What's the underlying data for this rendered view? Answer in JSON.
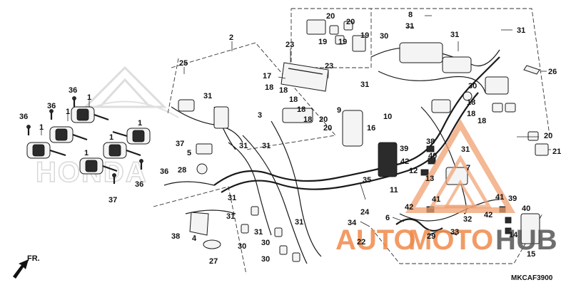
{
  "diagram_code": "MKCAF3900",
  "direction_label": "FR.",
  "brand_watermark": "HONDA",
  "site_watermark": {
    "part1": "AUTO",
    "part2": "MOTO",
    "part3": "HUB",
    "color_main": "#f08a4b",
    "color_hub": "#555555"
  },
  "callouts": [
    {
      "id": "c1a",
      "text": "1"
    },
    {
      "id": "c1b",
      "text": "1"
    },
    {
      "id": "c1c",
      "text": "1"
    },
    {
      "id": "c1d",
      "text": "1"
    },
    {
      "id": "c1e",
      "text": "1"
    },
    {
      "id": "c1f",
      "text": "1"
    },
    {
      "id": "c2",
      "text": "2"
    },
    {
      "id": "c3",
      "text": "3"
    },
    {
      "id": "c4",
      "text": "4"
    },
    {
      "id": "c5",
      "text": "5"
    },
    {
      "id": "c6",
      "text": "6"
    },
    {
      "id": "c7",
      "text": "7"
    },
    {
      "id": "c8",
      "text": "8"
    },
    {
      "id": "c9",
      "text": "9"
    },
    {
      "id": "c10",
      "text": "10"
    },
    {
      "id": "c11",
      "text": "11"
    },
    {
      "id": "c12",
      "text": "12"
    },
    {
      "id": "c13",
      "text": "13"
    },
    {
      "id": "c14",
      "text": "14"
    },
    {
      "id": "c15",
      "text": "15"
    },
    {
      "id": "c16",
      "text": "16"
    },
    {
      "id": "c17",
      "text": "17"
    },
    {
      "id": "c18a",
      "text": "18"
    },
    {
      "id": "c18b",
      "text": "18"
    },
    {
      "id": "c18c",
      "text": "18"
    },
    {
      "id": "c18d",
      "text": "18"
    },
    {
      "id": "c18e",
      "text": "18"
    },
    {
      "id": "c18f",
      "text": "18"
    },
    {
      "id": "c18g",
      "text": "18"
    },
    {
      "id": "c18h",
      "text": "18"
    },
    {
      "id": "c19a",
      "text": "19"
    },
    {
      "id": "c19b",
      "text": "19"
    },
    {
      "id": "c19c",
      "text": "19"
    },
    {
      "id": "c20a",
      "text": "20"
    },
    {
      "id": "c20b",
      "text": "20"
    },
    {
      "id": "c20c",
      "text": "20"
    },
    {
      "id": "c20d",
      "text": "20"
    },
    {
      "id": "c20e",
      "text": "20"
    },
    {
      "id": "c21",
      "text": "21"
    },
    {
      "id": "c22",
      "text": "22"
    },
    {
      "id": "c23a",
      "text": "23"
    },
    {
      "id": "c23b",
      "text": "23"
    },
    {
      "id": "c24",
      "text": "24"
    },
    {
      "id": "c25",
      "text": "25"
    },
    {
      "id": "c26",
      "text": "26"
    },
    {
      "id": "c27",
      "text": "27"
    },
    {
      "id": "c28",
      "text": "28"
    },
    {
      "id": "c29",
      "text": "29"
    },
    {
      "id": "c30a",
      "text": "30"
    },
    {
      "id": "c30b",
      "text": "30"
    },
    {
      "id": "c30c",
      "text": "30"
    },
    {
      "id": "c30d",
      "text": "30"
    },
    {
      "id": "c30e",
      "text": "30"
    },
    {
      "id": "c31a",
      "text": "31"
    },
    {
      "id": "c31b",
      "text": "31"
    },
    {
      "id": "c31c",
      "text": "31"
    },
    {
      "id": "c31d",
      "text": "31"
    },
    {
      "id": "c31e",
      "text": "31"
    },
    {
      "id": "c31f",
      "text": "31"
    },
    {
      "id": "c31g",
      "text": "31"
    },
    {
      "id": "c31h",
      "text": "31"
    },
    {
      "id": "c31i",
      "text": "31"
    },
    {
      "id": "c31j",
      "text": "31"
    },
    {
      "id": "c31k",
      "text": "31"
    },
    {
      "id": "c31l",
      "text": "31"
    },
    {
      "id": "c32",
      "text": "32"
    },
    {
      "id": "c33",
      "text": "33"
    },
    {
      "id": "c34",
      "text": "34"
    },
    {
      "id": "c35",
      "text": "35"
    },
    {
      "id": "c36a",
      "text": "36"
    },
    {
      "id": "c36b",
      "text": "36"
    },
    {
      "id": "c36c",
      "text": "36"
    },
    {
      "id": "c36d",
      "text": "36"
    },
    {
      "id": "c36e",
      "text": "36"
    },
    {
      "id": "c37a",
      "text": "37"
    },
    {
      "id": "c37b",
      "text": "37"
    },
    {
      "id": "c38a",
      "text": "38"
    },
    {
      "id": "c38b",
      "text": "38"
    },
    {
      "id": "c39a",
      "text": "39"
    },
    {
      "id": "c39b",
      "text": "39"
    },
    {
      "id": "c40a",
      "text": "40"
    },
    {
      "id": "c40b",
      "text": "40"
    },
    {
      "id": "c41a",
      "text": "41"
    },
    {
      "id": "c41b",
      "text": "41"
    },
    {
      "id": "c42a",
      "text": "42"
    },
    {
      "id": "c42b",
      "text": "42"
    },
    {
      "id": "c42c",
      "text": "42"
    }
  ]
}
